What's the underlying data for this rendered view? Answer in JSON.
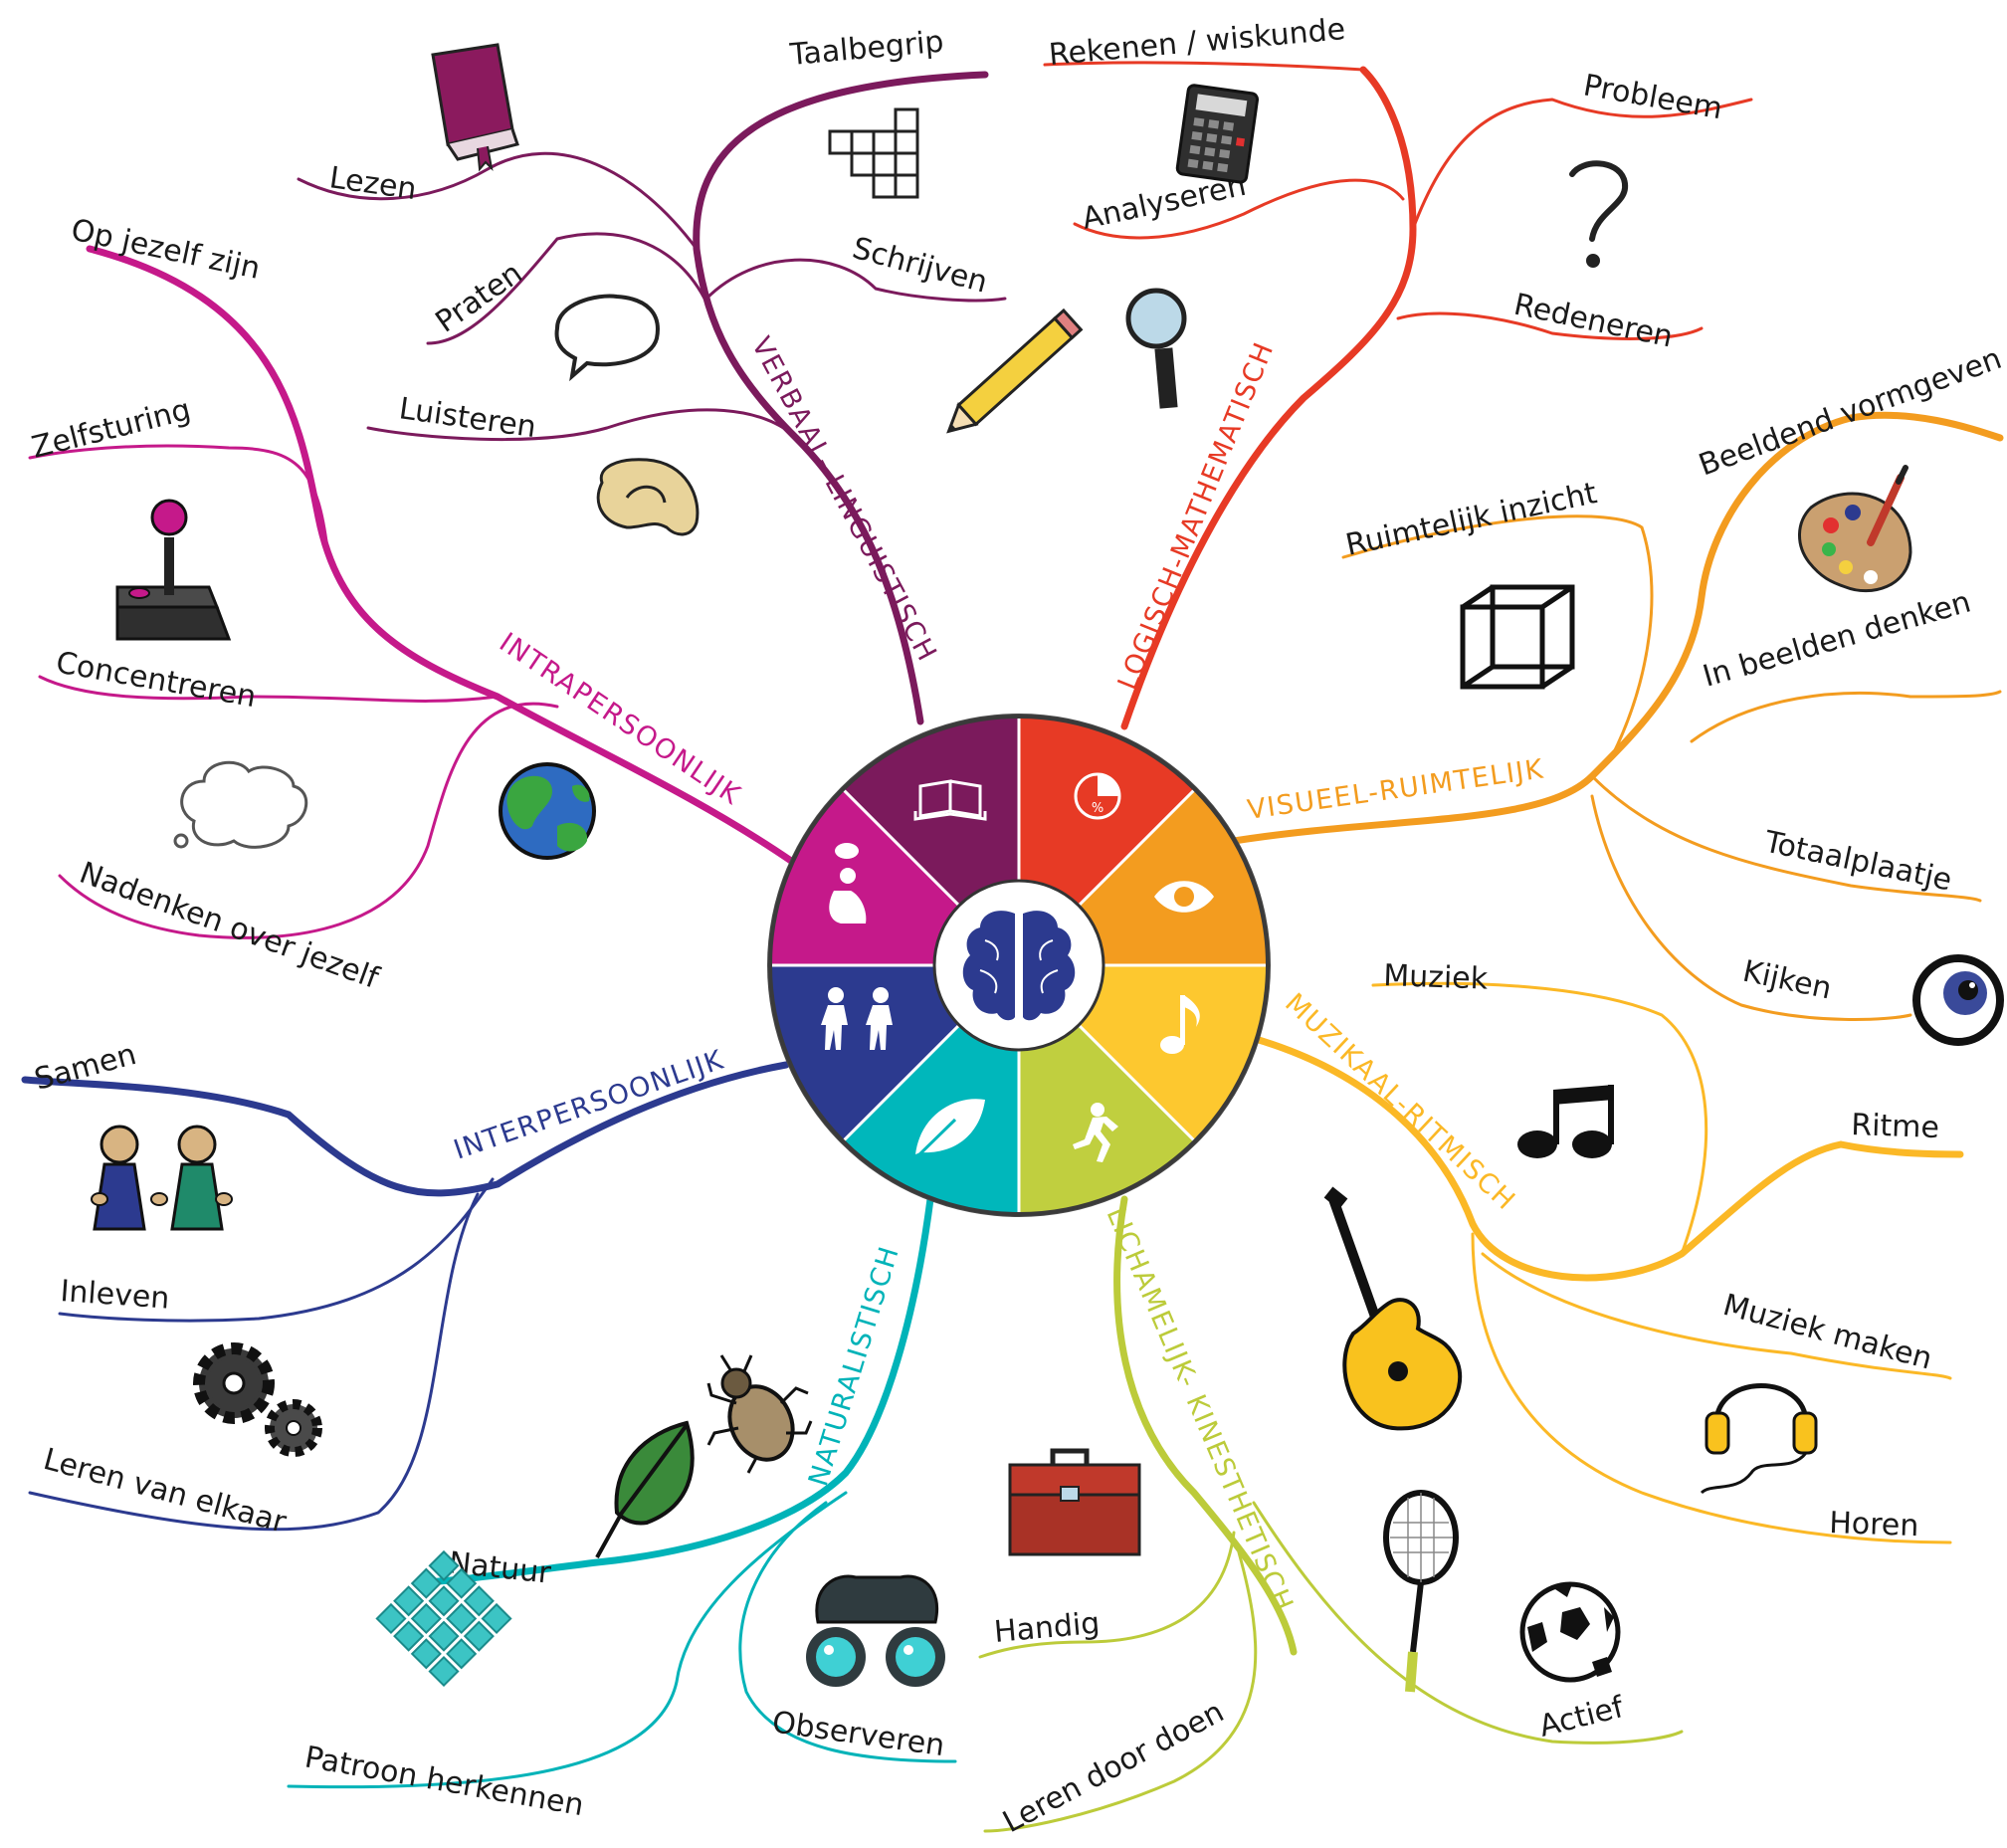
{
  "center": {
    "icon": "brain-icon",
    "ring_color": "#ffffff"
  },
  "segments": [
    {
      "key": "verbaal",
      "color": "#7b1a5c",
      "icon": "open-book-icon"
    },
    {
      "key": "logisch",
      "color": "#e73a25",
      "icon": "pie-chart-percent-icon"
    },
    {
      "key": "visueel",
      "color": "#f39c1f",
      "icon": "eye-icon"
    },
    {
      "key": "muzikaal",
      "color": "#fdc82f",
      "icon": "music-note-icon"
    },
    {
      "key": "lichamelijk",
      "color": "#c0cf3f",
      "icon": "running-person-icon"
    },
    {
      "key": "naturalistisch",
      "color": "#00b7bb",
      "icon": "leaf-icon"
    },
    {
      "key": "interpersoonlijk",
      "color": "#2c3a8f",
      "icon": "two-people-icon"
    },
    {
      "key": "intrapersoonlijk",
      "color": "#c5198a",
      "icon": "thinking-person-icon"
    }
  ],
  "branches": {
    "verbaal": {
      "title": "VERBAAL- LINGUISTISCH",
      "color": "#7b1a5c",
      "leaves": {
        "lezen": "Lezen",
        "taalbegrip": "Taalbegrip",
        "praten": "Praten",
        "schrijven": "Schrijven",
        "luisteren": "Luisteren"
      }
    },
    "logisch": {
      "title": "LOGISCH-MATHEMATISCH",
      "color": "#e73a25",
      "leaves": {
        "rekenen": "Rekenen / wiskunde",
        "probleem": "Probleem",
        "analyseren": "Analyseren",
        "redeneren": "Redeneren"
      }
    },
    "visueel": {
      "title": "VISUEEL-RUIMTELIJK",
      "color": "#f39c1f",
      "leaves": {
        "ruimtelijk": "Ruimtelijk inzicht",
        "beeldend": "Beeldend vormgeven",
        "in_beelden": "In beelden denken",
        "totaalplaatje": "Totaalplaatje",
        "kijken": "Kijken"
      }
    },
    "muzikaal": {
      "title": "MUZIKAAL-RITMISCH",
      "color": "#fbb826",
      "leaves": {
        "muziek": "Muziek",
        "ritme": "Ritme",
        "muziek_maken": "Muziek maken",
        "horen": "Horen"
      }
    },
    "lichamelijk": {
      "title": "LICHAMELIJK- KINESTHETISCH",
      "color": "#bccb3a",
      "leaves": {
        "handig": "Handig",
        "leren_door_doen": "Leren door doen",
        "actief": "Actief"
      }
    },
    "naturalistisch": {
      "title": "NATURALISTISCH",
      "color": "#00b3b8",
      "leaves": {
        "natuur": "Natuur",
        "patroon": "Patroon herkennen",
        "observeren": "Observeren"
      }
    },
    "interpersoonlijk": {
      "title": "INTERPERSOONLIJK",
      "color": "#2c3a8f",
      "leaves": {
        "samen": "Samen",
        "inleven": "Inleven",
        "leren_van_elkaar": "Leren van elkaar"
      }
    },
    "intrapersoonlijk": {
      "title": "INTRAPERSOONLIJK",
      "color": "#c5198a",
      "leaves": {
        "op_jezelf": "Op jezelf zijn",
        "zelfsturing": "Zelfsturing",
        "concentreren": "Concentreren",
        "nadenken": "Nadenken over jezelf"
      }
    }
  },
  "illustrations": [
    "book-icon",
    "crossword-icon",
    "speech-bubble-icon",
    "pencil-icon",
    "ear-icon",
    "calculator-icon",
    "question-mark-icon",
    "magnifying-glass-icon",
    "cube-icon",
    "paint-palette-icon",
    "eyeball-icon",
    "music-notes-icon",
    "guitar-icon",
    "headphones-icon",
    "toolbox-icon",
    "badminton-racket-icon",
    "soccer-ball-icon",
    "binoculars-icon",
    "leaf-icon",
    "bug-icon",
    "pattern-icon",
    "pawns-icon",
    "gears-icon",
    "thought-cloud-icon",
    "globe-icon",
    "joystick-icon"
  ]
}
